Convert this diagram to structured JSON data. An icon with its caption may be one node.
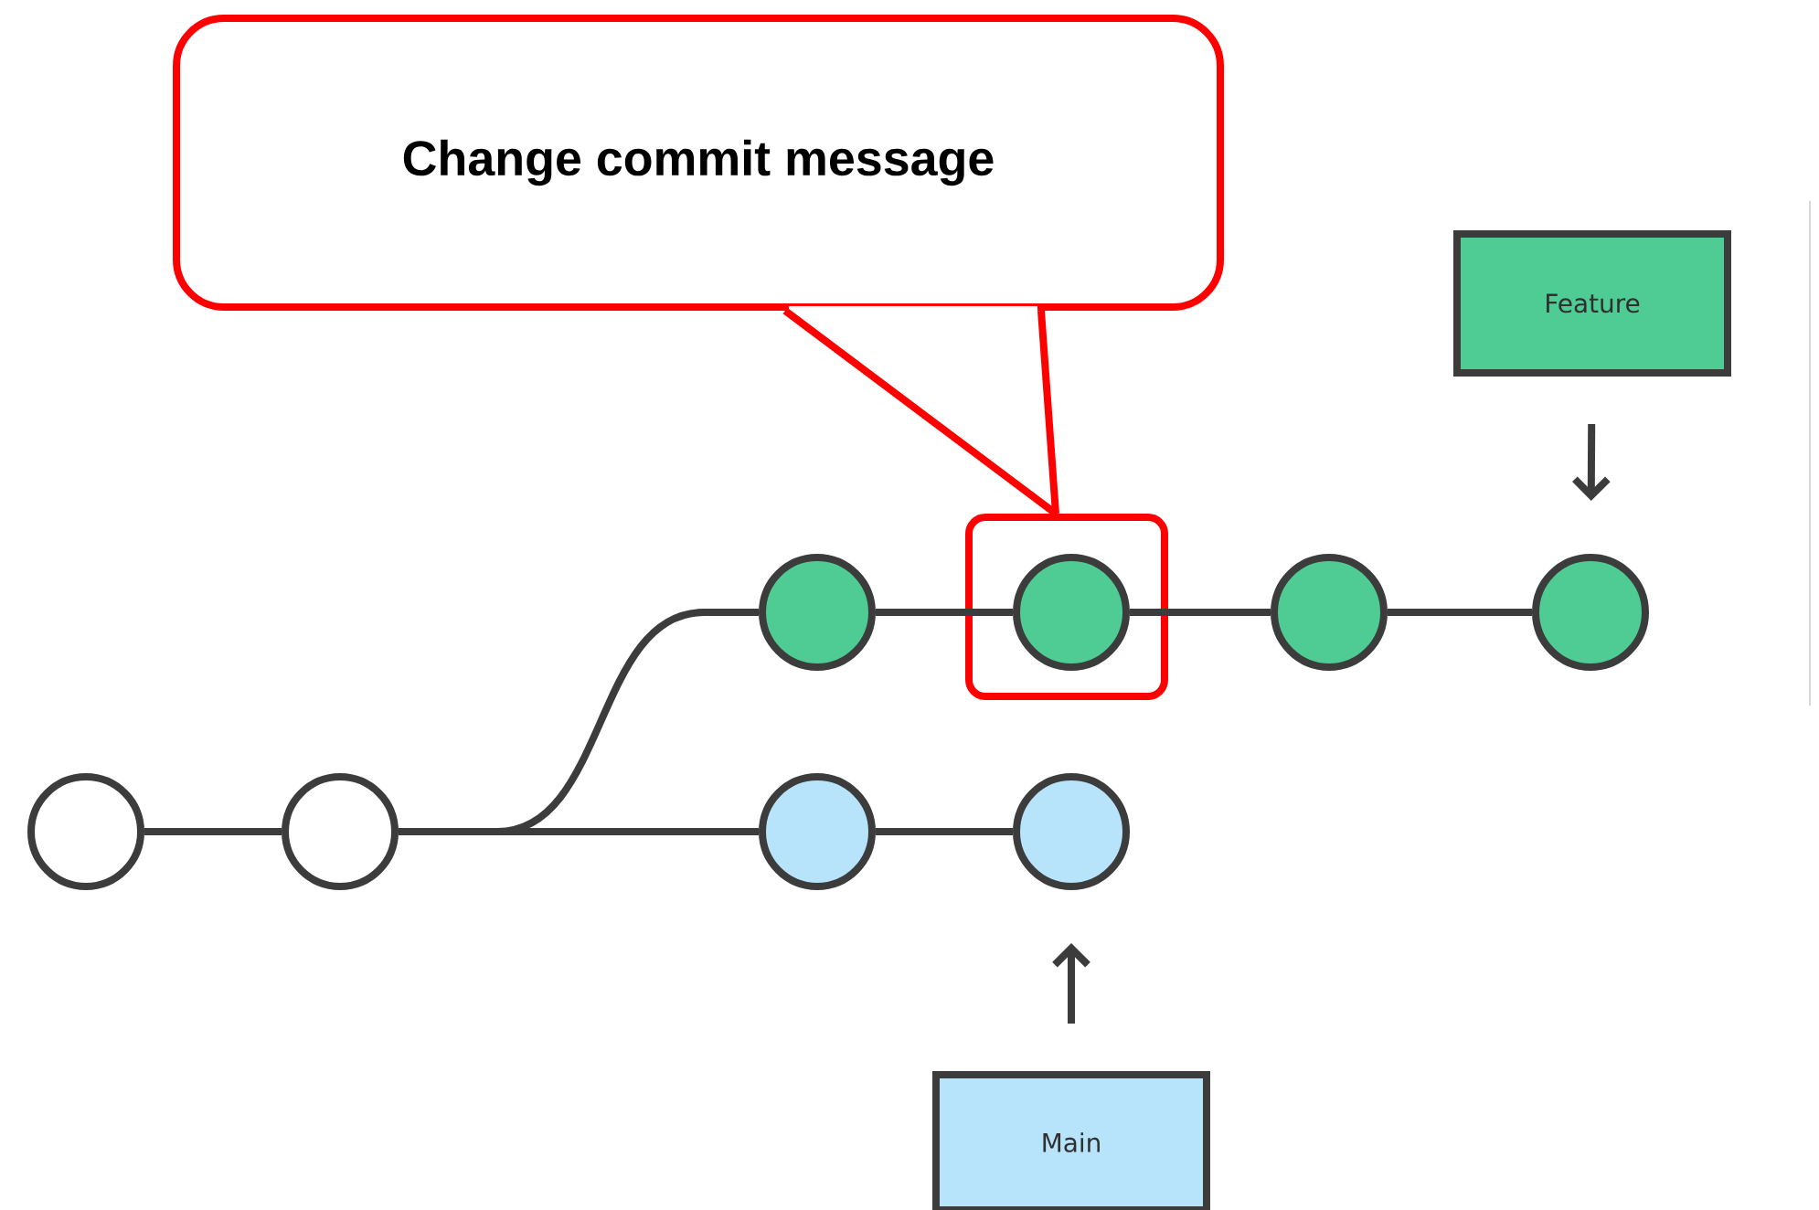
{
  "diagram": {
    "nodes": [
      {
        "text": [
          "Change commit message"
        ]
      },
      {
        "text": [
          "Feature"
        ]
      },
      {
        "text": [
          "Main"
        ]
      },
      {
        "text": [],
        "shape": "circle"
      },
      {
        "text": [],
        "shape": "circle"
      },
      {
        "text": [],
        "shape": "circle"
      },
      {
        "text": [],
        "shape": "box"
      },
      {
        "text": [],
        "shape": "circle",
        "in": 6
      },
      {
        "text": [],
        "shape": "circle"
      },
      {
        "text": [],
        "shape": "circle"
      },
      {
        "text": [],
        "shape": "circle"
      },
      {
        "text": [],
        "shape": "circle"
      }
    ],
    "edges": [
      {
        "from": 0,
        "to": 6,
        "arrow": "none",
        "color": "#ff0000"
      },
      {
        "from": 3,
        "to": 4,
        "arrow": "none"
      },
      {
        "from": 4,
        "to": 5,
        "arrow": "none"
      },
      {
        "from": 4,
        "to": 10,
        "arrow": "none"
      },
      {
        "from": 5,
        "to": 7,
        "arrow": "none"
      },
      {
        "from": 7,
        "to": 8,
        "arrow": "none"
      },
      {
        "from": 8,
        "to": 9,
        "arrow": "none"
      },
      {
        "from": 10,
        "to": 11,
        "arrow": "none"
      },
      {
        "from": 1,
        "to": 9,
        "arrow": "to"
      },
      {
        "from": 2,
        "to": 11,
        "arrow": "to"
      }
    ]
  }
}
